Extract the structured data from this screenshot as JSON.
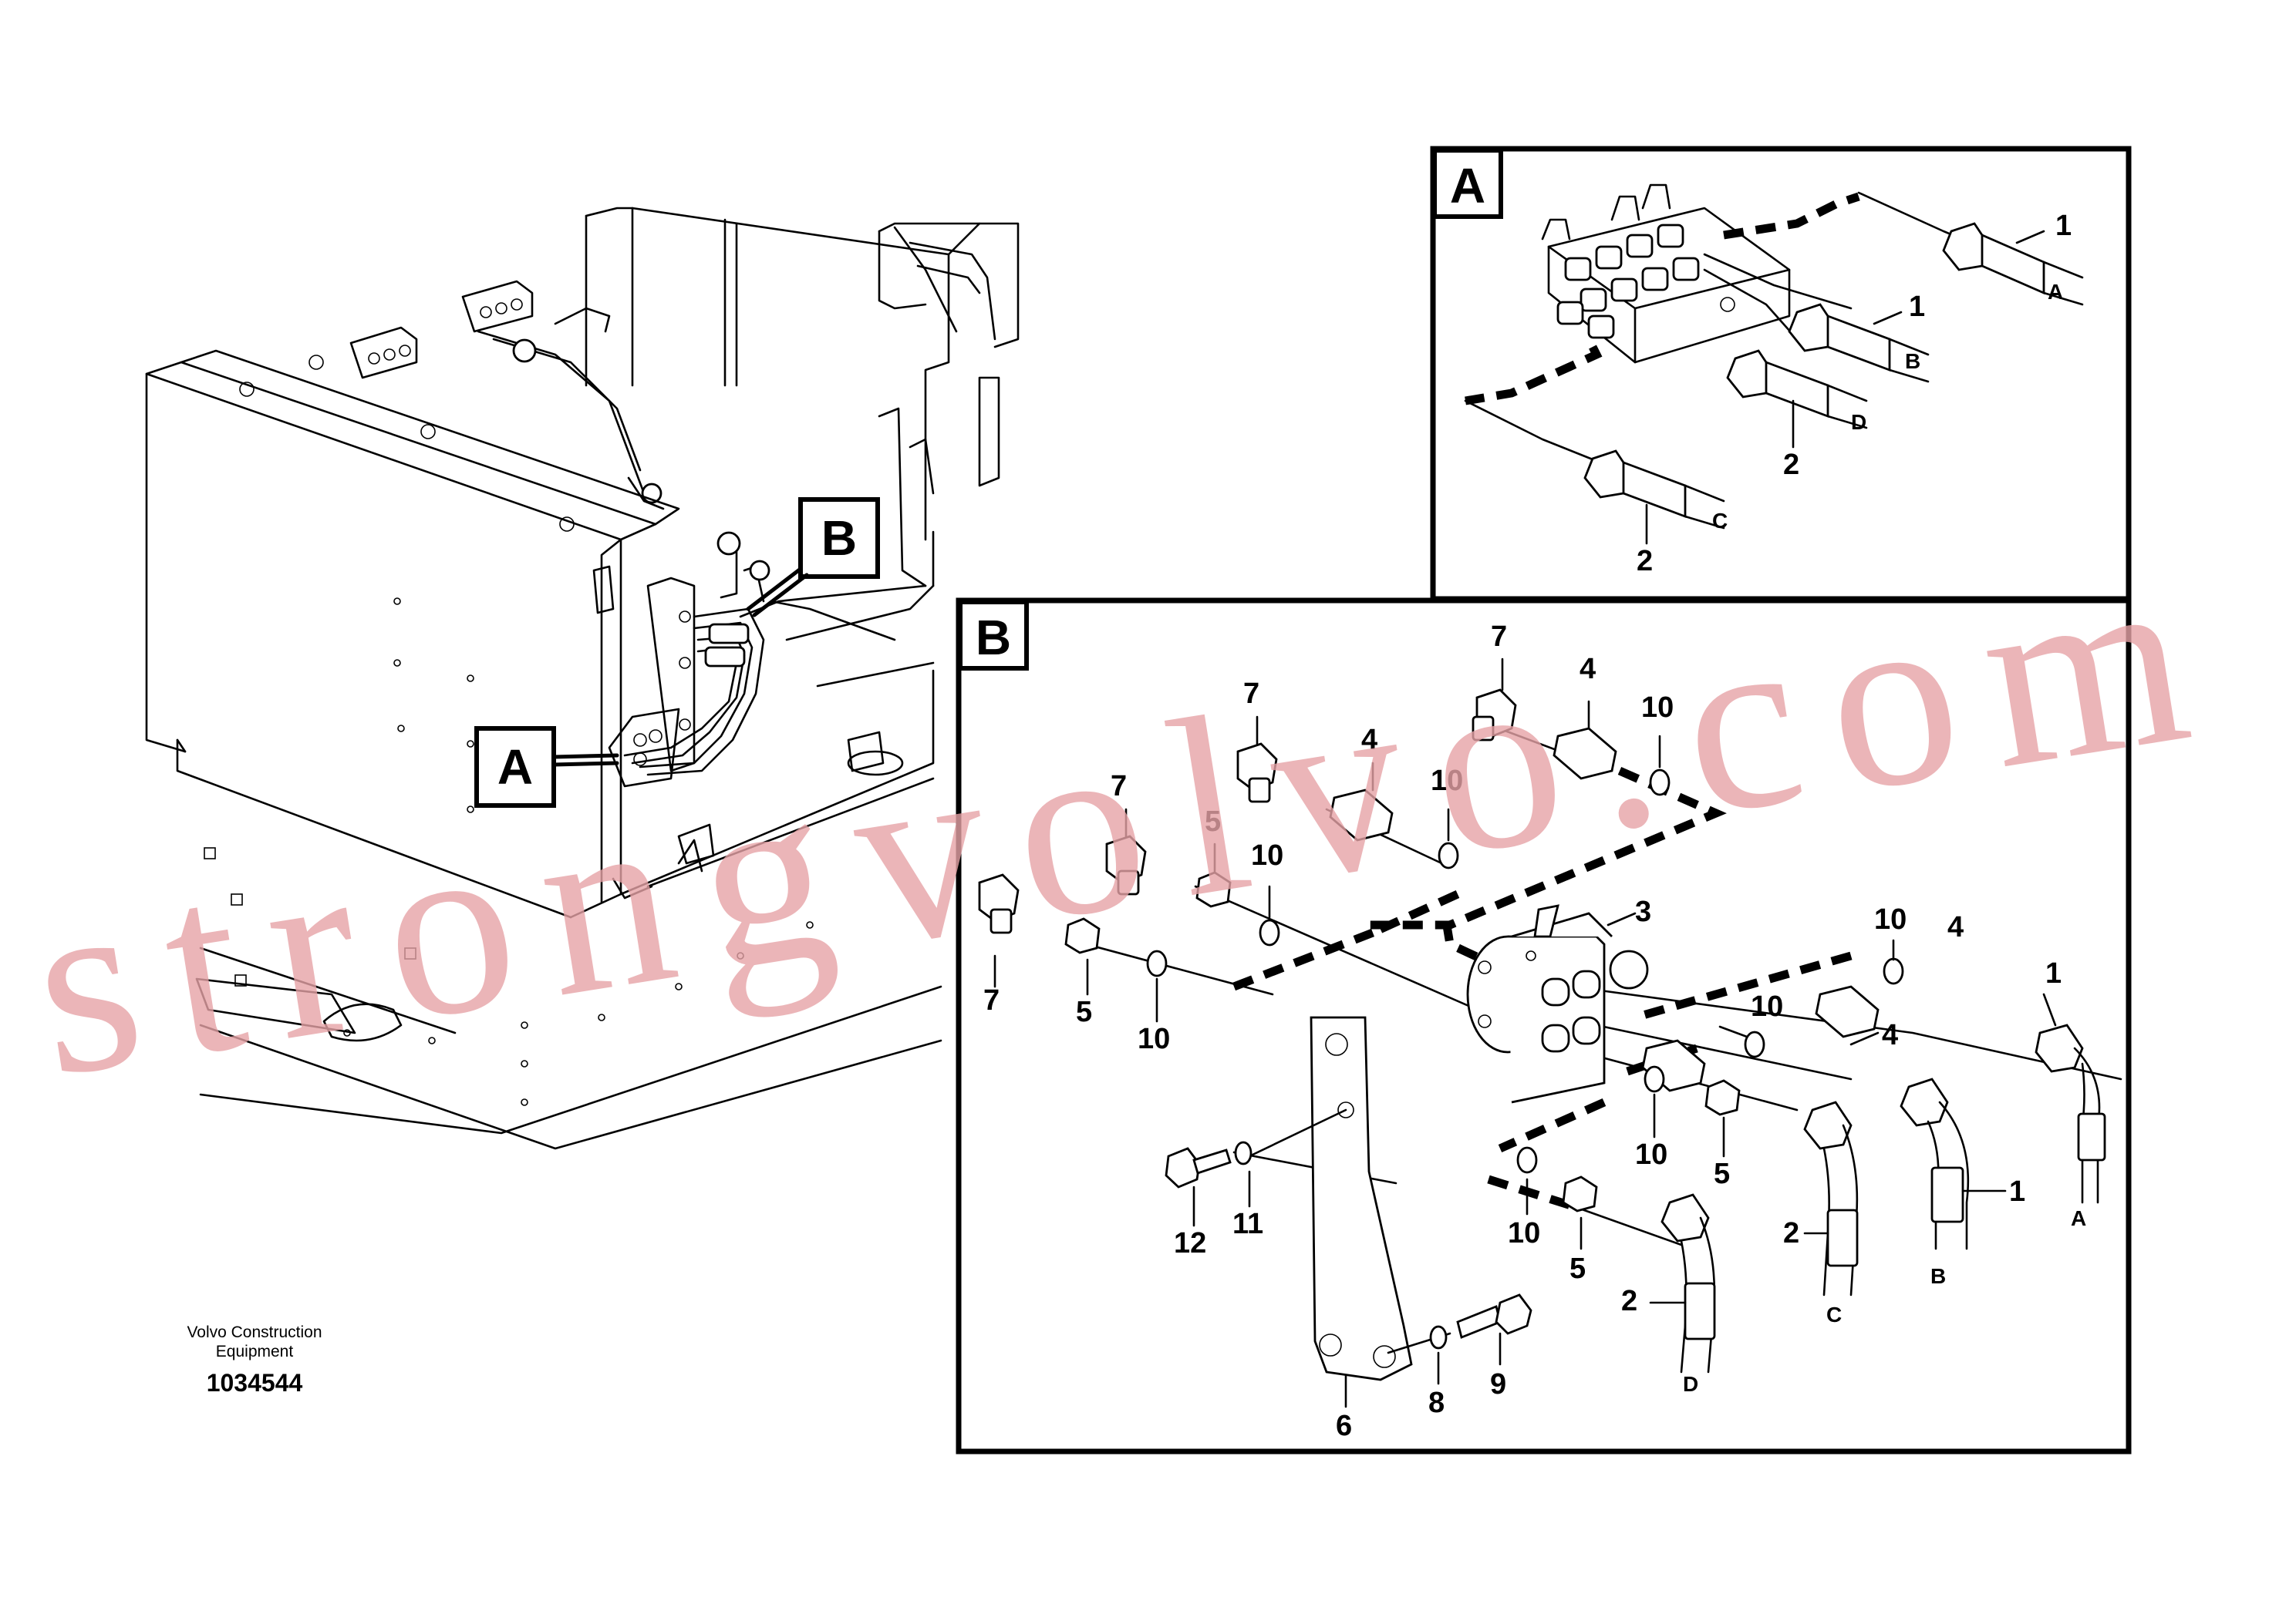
{
  "views": {
    "main": {
      "callout_a": "A",
      "callout_b": "B"
    },
    "detail_a": {
      "title": "A",
      "labels": [
        {
          "id": "a-1-top",
          "text": "1"
        },
        {
          "id": "a-A",
          "text": "A"
        },
        {
          "id": "a-1-mid",
          "text": "1"
        },
        {
          "id": "a-B",
          "text": "B"
        },
        {
          "id": "a-D",
          "text": "D"
        },
        {
          "id": "a-2-mid",
          "text": "2"
        },
        {
          "id": "a-C",
          "text": "C"
        },
        {
          "id": "a-2-low",
          "text": "2"
        }
      ]
    },
    "detail_b": {
      "title": "B",
      "labels": [
        {
          "id": "b-7-a",
          "text": "7"
        },
        {
          "id": "b-4-a",
          "text": "4"
        },
        {
          "id": "b-10-a",
          "text": "10"
        },
        {
          "id": "b-7-b",
          "text": "7"
        },
        {
          "id": "b-4-b",
          "text": "4"
        },
        {
          "id": "b-10-b",
          "text": "10"
        },
        {
          "id": "b-7-c",
          "text": "7"
        },
        {
          "id": "b-5-a",
          "text": "5"
        },
        {
          "id": "b-10-c",
          "text": "10"
        },
        {
          "id": "b-7-d",
          "text": "7"
        },
        {
          "id": "b-5-b",
          "text": "5"
        },
        {
          "id": "b-10-d",
          "text": "10"
        },
        {
          "id": "b-3",
          "text": "3"
        },
        {
          "id": "b-10-e",
          "text": "10"
        },
        {
          "id": "b-4-c",
          "text": "4"
        },
        {
          "id": "b-1-a",
          "text": "1"
        },
        {
          "id": "b-10-f",
          "text": "10"
        },
        {
          "id": "b-4-d",
          "text": "4"
        },
        {
          "id": "b-10-g",
          "text": "10"
        },
        {
          "id": "b-5-c",
          "text": "5"
        },
        {
          "id": "b-1-b",
          "text": "1"
        },
        {
          "id": "b-A",
          "text": "A"
        },
        {
          "id": "b-2-a",
          "text": "2"
        },
        {
          "id": "b-B",
          "text": "B"
        },
        {
          "id": "b-C",
          "text": "C"
        },
        {
          "id": "b-10-h",
          "text": "10"
        },
        {
          "id": "b-5-d",
          "text": "5"
        },
        {
          "id": "b-12",
          "text": "12"
        },
        {
          "id": "b-11",
          "text": "11"
        },
        {
          "id": "b-2-b",
          "text": "2"
        },
        {
          "id": "b-D",
          "text": "D"
        },
        {
          "id": "b-6",
          "text": "6"
        },
        {
          "id": "b-8",
          "text": "8"
        },
        {
          "id": "b-9",
          "text": "9"
        }
      ]
    }
  },
  "caption": {
    "line1": "Volvo Construction",
    "line2": "Equipment",
    "doc_number": "1034544"
  },
  "watermark": "strongvolvo.com"
}
